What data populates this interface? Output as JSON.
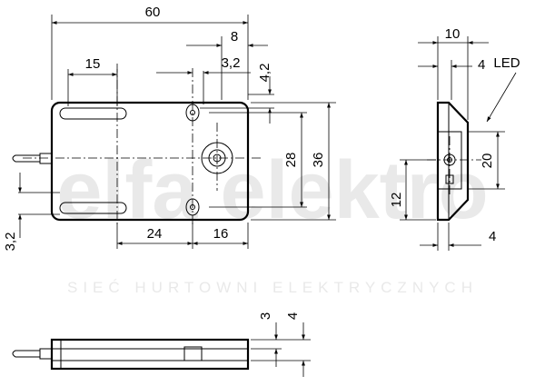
{
  "front_view": {
    "dims": {
      "overall_width": "60",
      "slot_length": "15",
      "hole_offset_right": "8",
      "hole_spacing": "3,2",
      "hole_height": "4,2",
      "inner_height": "28",
      "overall_height": "36",
      "bottom_left": "24",
      "bottom_right": "16",
      "cable_offset": "3,2"
    }
  },
  "side_view": {
    "dims": {
      "top_width": "10",
      "top_inner": "4",
      "led_label": "LED",
      "window_height": "20",
      "lower_height": "12",
      "bottom_offset": "4"
    }
  },
  "bottom_view": {
    "dims": {
      "thickness_a": "3",
      "thickness_b": "4"
    }
  },
  "watermark": {
    "brand": "elfa elektro",
    "tagline": "SIEĆ HURTOWNI ELEKTRYCZNYCH"
  }
}
